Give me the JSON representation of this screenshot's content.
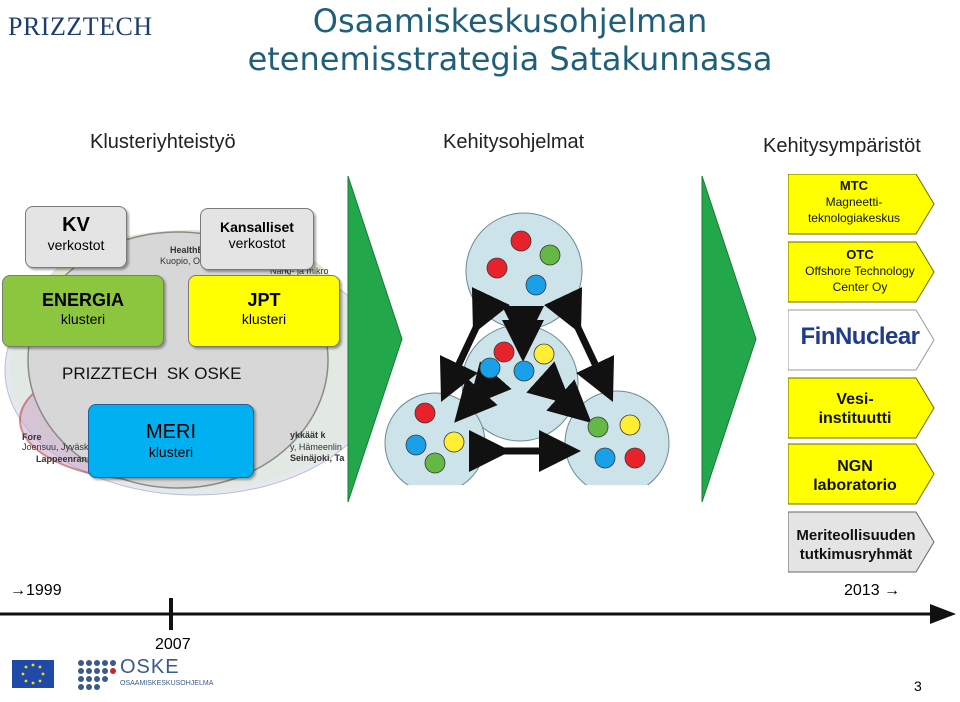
{
  "logo": "PRIZZTECH",
  "title": {
    "line1": "Osaamiskeskusohjelman",
    "line2": "etenemisstrategia Satakunnassa"
  },
  "headers": {
    "left": "Klusteriyhteistyö",
    "center": "Kehitysohjelmat",
    "right": "Kehitysympäristöt"
  },
  "boxes": {
    "kv": {
      "title": "KV",
      "sub": "verkostot"
    },
    "kansalliset": {
      "title": "Kansalliset",
      "sub": "verkostot"
    },
    "energia": {
      "title": "ENERGIA",
      "sub": "klusteri"
    },
    "jpt": {
      "title": "JPT",
      "sub": "klusteri"
    },
    "meri": {
      "title": "MERI",
      "sub": "klusteri"
    }
  },
  "oske_label": "PRIZZTECH  SK OSKE",
  "background_map_text": {
    "healthbio": "HealthBio",
    "healthbio_cities": "Kuopio, Oulu, He",
    "nano": "Nano- ja mikro",
    "fore": "Fore",
    "fore_cities": "Joensuu, Jyväsky",
    "lappeenranta": "Lappeenrann",
    "yk": "ykkäät k",
    "yk_cities": "y, Hämeenlin",
    "seinajoki": "Seinäjoki, Ta"
  },
  "environments": {
    "mtc": {
      "title": "MTC",
      "line1": "Magneetti-",
      "line2": "teknologiakeskus"
    },
    "otc": {
      "title": "OTC",
      "line1": "Offshore Technology",
      "line2": "Center Oy"
    },
    "finnuclear": "FinNuclear",
    "vesi": {
      "line1": "Vesi-",
      "line2": "instituutti"
    },
    "ngn": {
      "line1": "NGN",
      "line2": "laboratorio"
    },
    "meriteollisuus": {
      "line1": "Meriteollisuuden",
      "line2": "tutkimusryhmät"
    }
  },
  "timeline": {
    "start": "→1999",
    "end": "2013 →",
    "mid": "2007"
  },
  "footer": {
    "oske": "OSKE",
    "oske_sub": "OSAAMISKESKUSOHJELMA",
    "page": "3"
  },
  "colors": {
    "green": "#22a84a",
    "energy_green": "#8cc63f",
    "jpt_yellow": "#ffff00",
    "meri_blue": "#00b0f0",
    "circle_fill": "#cde3ea",
    "dot_red": "#e8222a",
    "dot_green": "#66b844",
    "dot_blue": "#1aa0e8",
    "dot_yellow": "#ffee33"
  }
}
